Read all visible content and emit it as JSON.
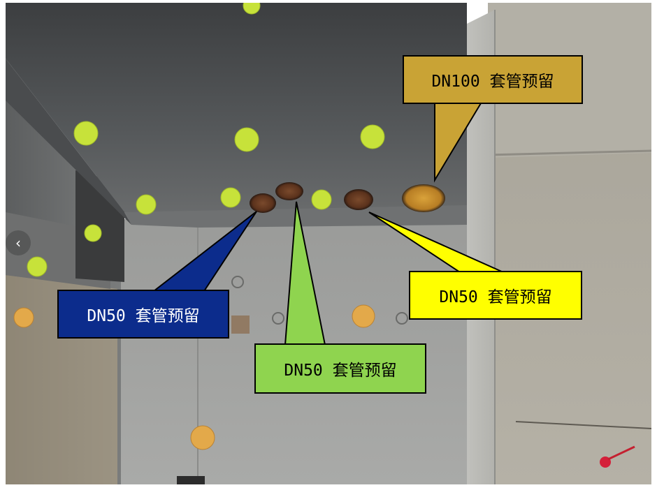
{
  "callouts": {
    "dn100": {
      "text": "DN100 套管预留",
      "color": "#c9a335"
    },
    "dn50_blue": {
      "text": "DN50 套管预留",
      "color": "#0c2c8c"
    },
    "dn50_green": {
      "text": "DN50 套管预留",
      "color": "#8fd44f"
    },
    "dn50_yellow": {
      "text": "DN50 套管预留",
      "color": "#ffff00"
    }
  },
  "nav": {
    "prev_icon": "chevron-left-icon",
    "prev_glyph": "‹"
  }
}
